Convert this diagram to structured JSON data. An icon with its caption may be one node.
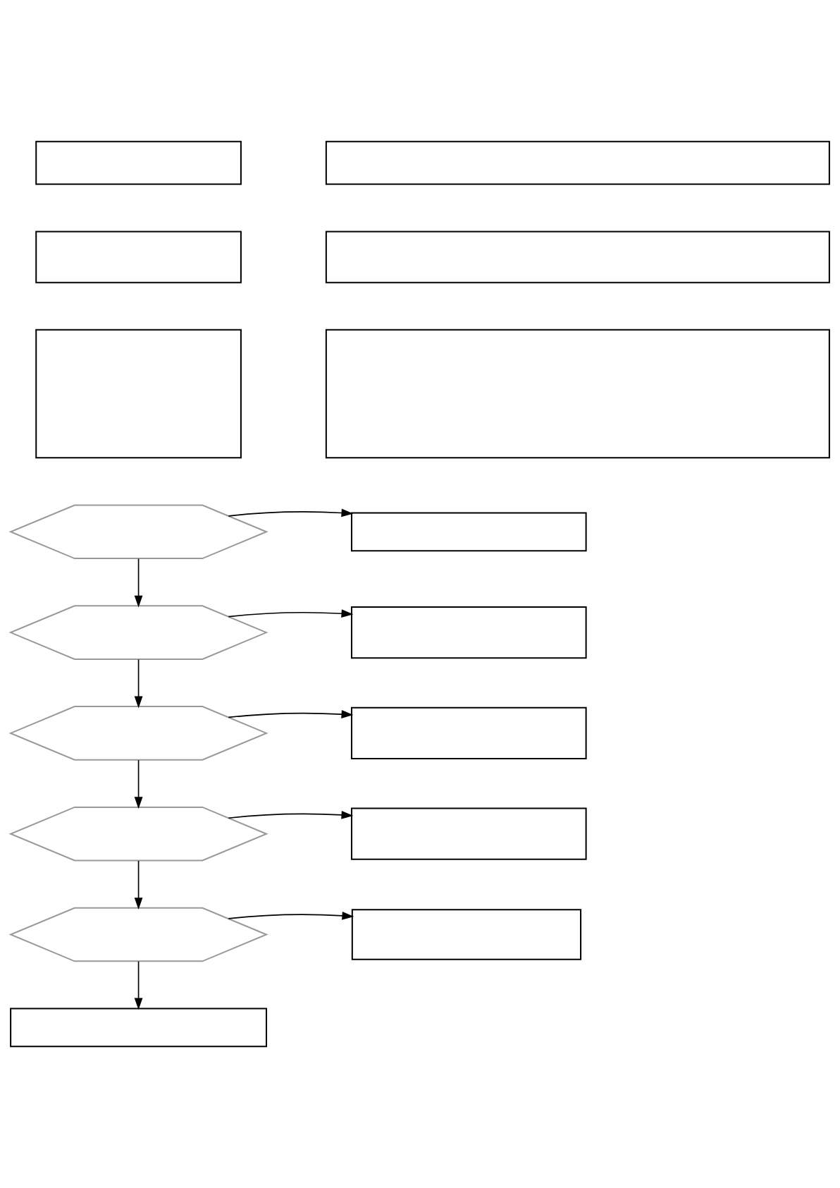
{
  "diagram": {
    "nodes": [
      {
        "text": [],
        "shape": "box"
      },
      {
        "text": [],
        "shape": "box"
      },
      {
        "text": [],
        "shape": "box"
      },
      {
        "text": [],
        "shape": "box"
      },
      {
        "text": [],
        "shape": "box"
      },
      {
        "text": [],
        "shape": "box"
      },
      {
        "text": [],
        "shape": "hexagon"
      },
      {
        "text": [],
        "shape": "box"
      },
      {
        "text": [],
        "shape": "hexagon"
      },
      {
        "text": [],
        "shape": "box"
      },
      {
        "text": [],
        "shape": "hexagon"
      },
      {
        "text": [],
        "shape": "box"
      },
      {
        "text": [],
        "shape": "hexagon"
      },
      {
        "text": [],
        "shape": "box"
      },
      {
        "text": [],
        "shape": "hexagon"
      },
      {
        "text": [],
        "shape": "box"
      },
      {
        "text": [],
        "shape": "box"
      }
    ],
    "edges": [
      {
        "from": 6,
        "to": 7,
        "arrow": "to"
      },
      {
        "from": 6,
        "to": 8,
        "arrow": "to"
      },
      {
        "from": 8,
        "to": 9,
        "arrow": "to"
      },
      {
        "from": 8,
        "to": 10,
        "arrow": "to"
      },
      {
        "from": 10,
        "to": 11,
        "arrow": "to"
      },
      {
        "from": 10,
        "to": 12,
        "arrow": "to"
      },
      {
        "from": 12,
        "to": 13,
        "arrow": "to"
      },
      {
        "from": 12,
        "to": 14,
        "arrow": "to"
      },
      {
        "from": 14,
        "to": 15,
        "arrow": "to"
      },
      {
        "from": 14,
        "to": 16,
        "arrow": "to"
      }
    ]
  }
}
